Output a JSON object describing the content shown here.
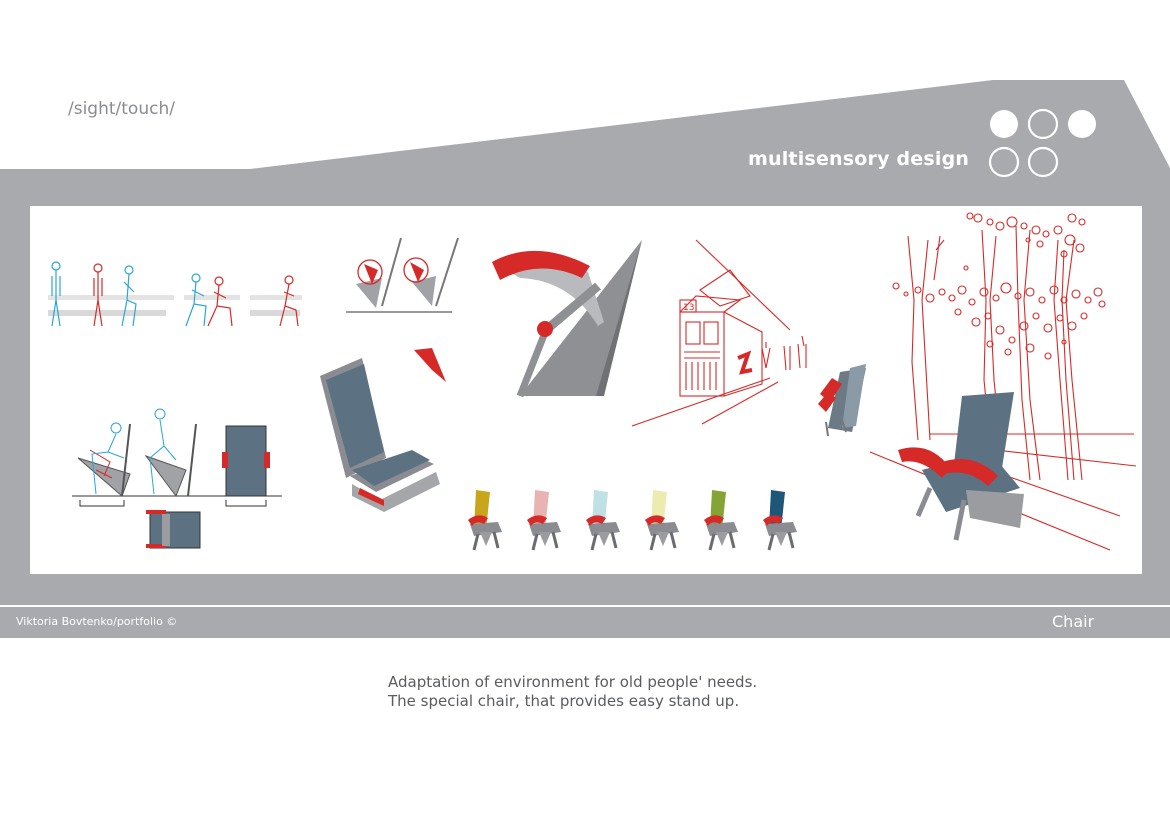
{
  "header": {
    "tagline": "/sight/touch/",
    "headline": "multisensory design",
    "circles": [
      {
        "filled": true
      },
      {
        "filled": false
      },
      {
        "filled": true
      },
      {
        "filled": false
      },
      {
        "filled": false
      }
    ]
  },
  "footer": {
    "author": "Viktoria Bovtenko/portfolio ©",
    "section": "Chair"
  },
  "description": {
    "line1": "Adaptation of environment for old people' needs.",
    "line2": "The special chair, that provides easy stand up."
  },
  "illustration": {
    "tram_number": "13",
    "colors": {
      "frame": "#a8aaae",
      "accent_red": "#d62a28",
      "figure_blue": "#2aa6d8",
      "seat_blue": "#5c7282"
    },
    "chair_variants": [
      {
        "color": "#c9a51b"
      },
      {
        "color": "#e8b3b0"
      },
      {
        "color": "#bfe1e3"
      },
      {
        "color": "#ecebb0"
      },
      {
        "color": "#86a336"
      },
      {
        "color": "#1d5677"
      }
    ]
  }
}
